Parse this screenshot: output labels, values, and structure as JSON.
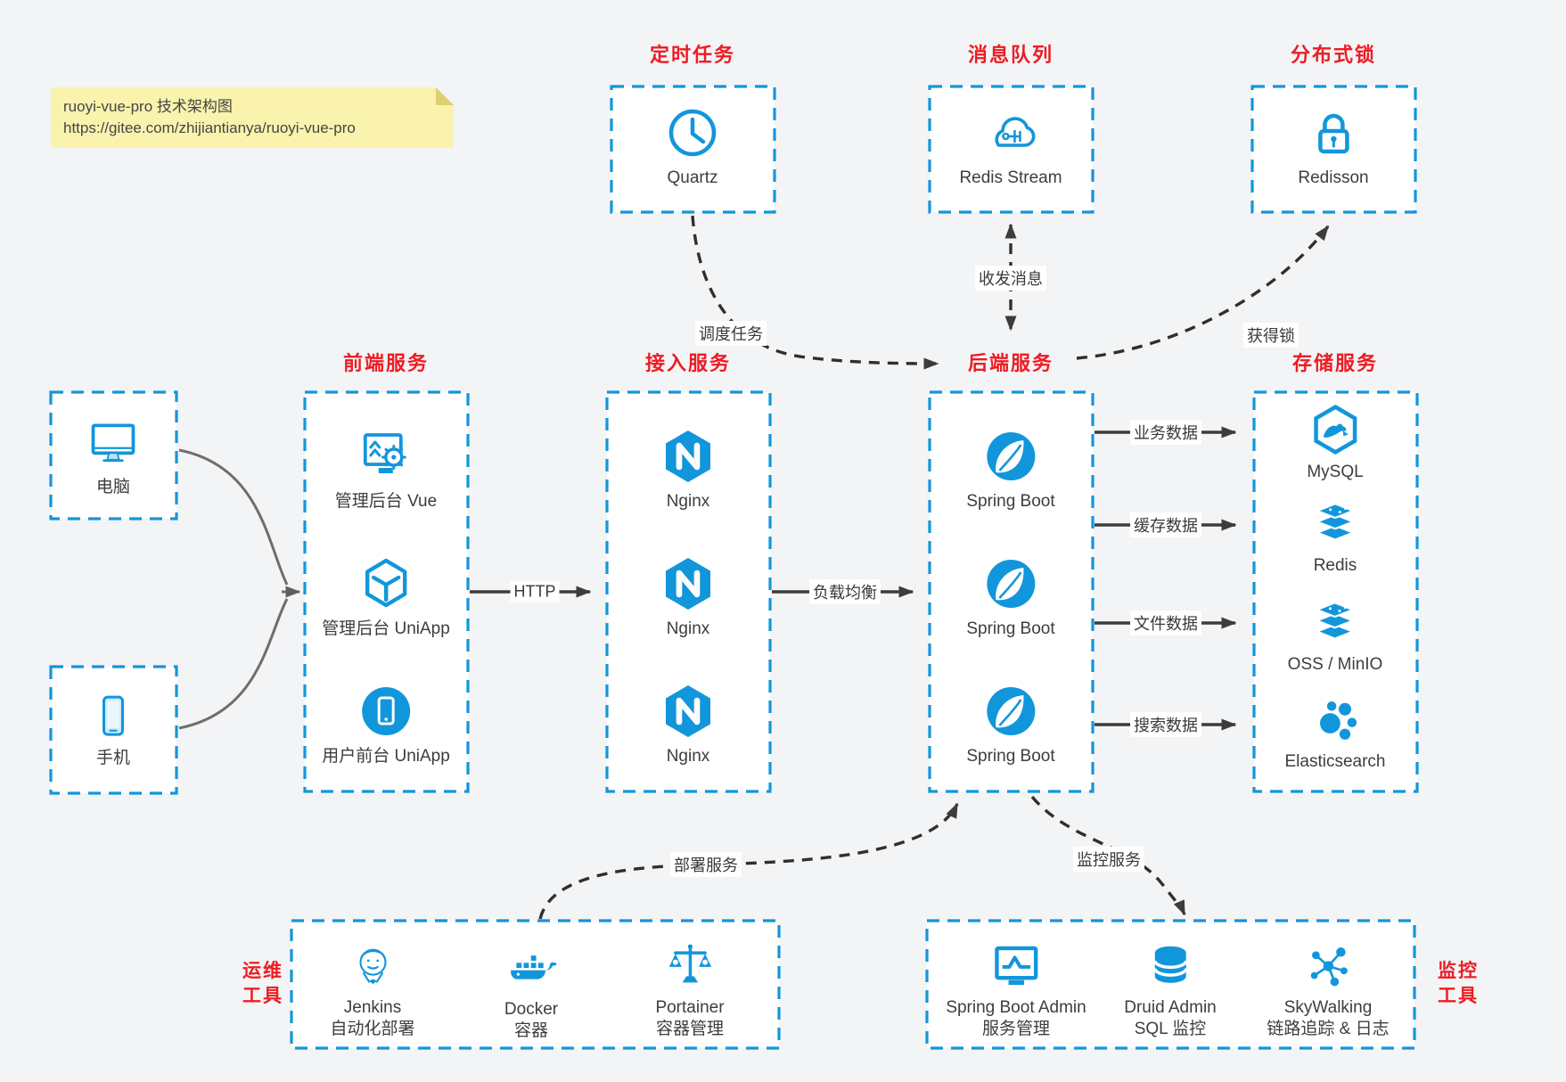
{
  "colors": {
    "accent": "#1296db",
    "title_red": "#ed1c24",
    "arrow_dark": "#3c3c3c",
    "client_arrow_gray": "#6e6e6e",
    "note_bg": "#faf3ae",
    "box_bg": "#ffffff",
    "page_bg": "#f3f4f6"
  },
  "note": {
    "line1": "ruoyi-vue-pro 技术架构图",
    "line2": "https://gitee.com/zhijiantianya/ruoyi-vue-pro"
  },
  "top_services": [
    {
      "title": "定时任务",
      "label": "Quartz",
      "icon": "clock-icon"
    },
    {
      "title": "消息队列",
      "label": "Redis Stream",
      "icon": "cloud-icon"
    },
    {
      "title": "分布式锁",
      "label": "Redisson",
      "icon": "lock-icon"
    }
  ],
  "clients": [
    {
      "label": "电脑",
      "icon": "desktop-icon"
    },
    {
      "label": "手机",
      "icon": "phone-icon"
    }
  ],
  "frontend": {
    "title": "前端服务",
    "items": [
      {
        "label": "管理后台 Vue",
        "icon": "admin-vue-icon"
      },
      {
        "label": "管理后台 UniApp",
        "icon": "uniapp-cube-icon"
      },
      {
        "label": "用户前台 UniApp",
        "icon": "user-app-icon"
      }
    ]
  },
  "gateway": {
    "title": "接入服务",
    "items": [
      {
        "label": "Nginx",
        "icon": "nginx-icon"
      },
      {
        "label": "Nginx",
        "icon": "nginx-icon"
      },
      {
        "label": "Nginx",
        "icon": "nginx-icon"
      }
    ]
  },
  "backend": {
    "title": "后端服务",
    "items": [
      {
        "label": "Spring Boot",
        "icon": "spring-icon"
      },
      {
        "label": "Spring Boot",
        "icon": "spring-icon"
      },
      {
        "label": "Spring Boot",
        "icon": "spring-icon"
      }
    ]
  },
  "storage": {
    "title": "存储服务",
    "items": [
      {
        "label": "MySQL",
        "icon": "mysql-icon"
      },
      {
        "label": "Redis",
        "icon": "redis-stack-icon"
      },
      {
        "label": "OSS / MinIO",
        "icon": "storage-stack-icon"
      },
      {
        "label": "Elasticsearch",
        "icon": "elasticsearch-icon"
      }
    ]
  },
  "ops": {
    "side_label": "运维工具",
    "items": [
      {
        "name": "Jenkins",
        "desc": "自动化部署",
        "icon": "jenkins-icon"
      },
      {
        "name": "Docker",
        "desc": "容器",
        "icon": "docker-icon"
      },
      {
        "name": "Portainer",
        "desc": "容器管理",
        "icon": "portainer-icon"
      }
    ]
  },
  "monitoring": {
    "side_label": "监控工具",
    "items": [
      {
        "name": "Spring Boot Admin",
        "desc": "服务管理",
        "icon": "monitor-chart-icon"
      },
      {
        "name": "Druid Admin",
        "desc": "SQL 监控",
        "icon": "database-icon"
      },
      {
        "name": "SkyWalking",
        "desc": "链路追踪 & 日志",
        "icon": "network-nodes-icon"
      }
    ]
  },
  "edges": {
    "http": "HTTP",
    "load_balance": "负载均衡",
    "business_data": "业务数据",
    "cache_data": "缓存数据",
    "file_data": "文件数据",
    "search_data": "搜索数据",
    "schedule_task": "调度任务",
    "message": "收发消息",
    "acquire_lock": "获得锁",
    "deploy": "部署服务",
    "monitor": "监控服务"
  }
}
